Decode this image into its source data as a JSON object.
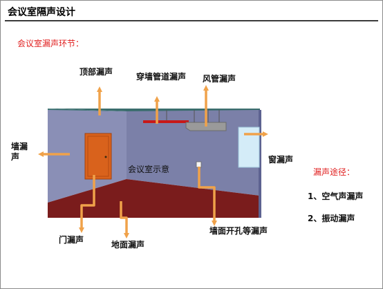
{
  "title": "会议室隔声设计",
  "subtitle": "会议室漏声环节：",
  "room_caption": "会议室示意",
  "labels": {
    "roof": "顶部漏声",
    "pipe": "穿墙管道漏声",
    "duct": "风管漏声",
    "wall": "墙漏声",
    "window": "窗漏声",
    "door": "门漏声",
    "floor": "地面漏声",
    "opening": "墙面开孔等漏声"
  },
  "paths": {
    "heading": "漏声途径：",
    "items": [
      "1、空气声漏声",
      "2、振动漏声"
    ]
  },
  "colors": {
    "arrow": "#f0a24a",
    "ceiling": "#3a6d6d",
    "wall": "#7b80a8",
    "floor": "#7a1c1c",
    "door": "#d9621c",
    "window": "#d4ecf8",
    "pipe": "#c81818",
    "accent_text": "#e02020"
  }
}
